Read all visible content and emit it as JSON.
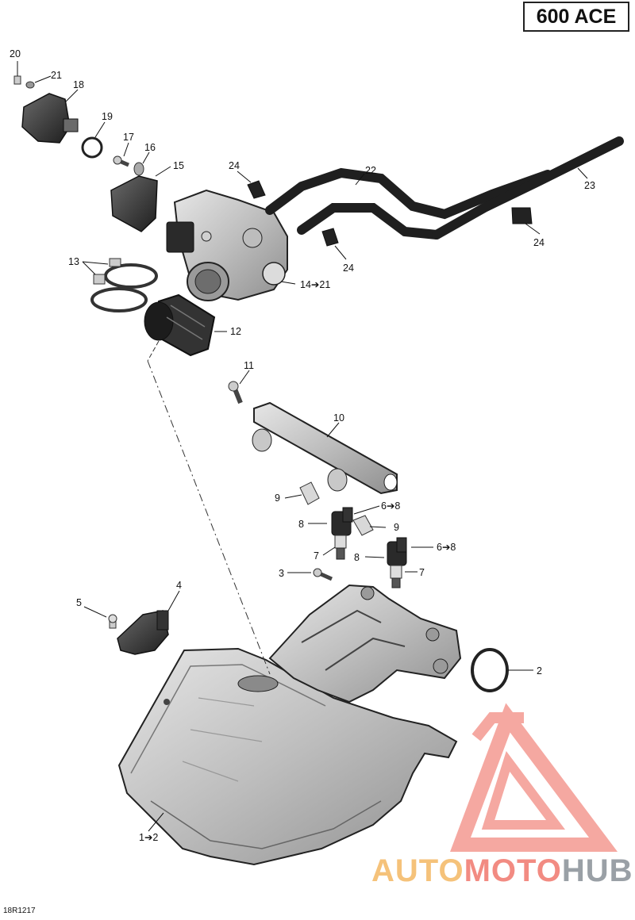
{
  "model_label": "600 ACE",
  "figure_ref": "18R1217",
  "watermark": {
    "part1": "AUTO",
    "part2": "MOTO",
    "part3": "HUB",
    "color1": "#f5c27a",
    "color2": "#f28b82",
    "color3": "#9aa0a6"
  },
  "callouts": [
    {
      "id": "c20",
      "text": "20"
    },
    {
      "id": "c21",
      "text": "21"
    },
    {
      "id": "c18",
      "text": "18"
    },
    {
      "id": "c19",
      "text": "19"
    },
    {
      "id": "c17",
      "text": "17"
    },
    {
      "id": "c16",
      "text": "16"
    },
    {
      "id": "c15",
      "text": "15"
    },
    {
      "id": "c24a",
      "text": "24"
    },
    {
      "id": "c22",
      "text": "22"
    },
    {
      "id": "c23",
      "text": "23"
    },
    {
      "id": "c24b",
      "text": "24"
    },
    {
      "id": "c24c",
      "text": "24"
    },
    {
      "id": "c13",
      "text": "13"
    },
    {
      "id": "c1421",
      "text": "14➔21"
    },
    {
      "id": "c12",
      "text": "12"
    },
    {
      "id": "c11",
      "text": "11"
    },
    {
      "id": "c10",
      "text": "10"
    },
    {
      "id": "c9a",
      "text": "9"
    },
    {
      "id": "c68a",
      "text": "6➔8"
    },
    {
      "id": "c8a",
      "text": "8"
    },
    {
      "id": "c9b",
      "text": "9"
    },
    {
      "id": "c7a",
      "text": "7"
    },
    {
      "id": "c8b",
      "text": "8"
    },
    {
      "id": "c68b",
      "text": "6➔8"
    },
    {
      "id": "c3",
      "text": "3"
    },
    {
      "id": "c7b",
      "text": "7"
    },
    {
      "id": "c5",
      "text": "5"
    },
    {
      "id": "c4",
      "text": "4"
    },
    {
      "id": "c2",
      "text": "2"
    },
    {
      "id": "c12b",
      "text": "1➔2"
    }
  ]
}
